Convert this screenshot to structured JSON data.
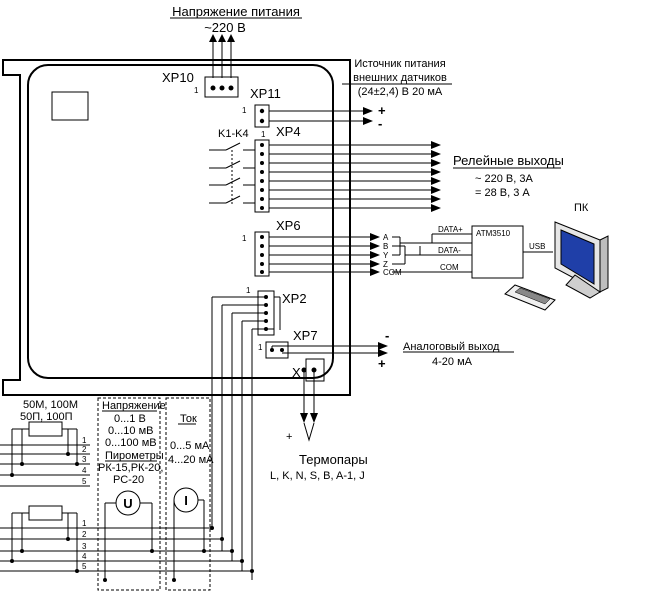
{
  "power": {
    "title": "Напряжение питания",
    "voltage": "~220 В"
  },
  "sensor_supply": {
    "line1": "Источник питания",
    "line2": "внешних датчиков",
    "line3": "(24±2,4) В 20 мА"
  },
  "connectors": {
    "xp10": "XP10",
    "xp11": "XP11",
    "xp4": "XP4",
    "xp6": "XP6",
    "xp2": "XP2",
    "xp7": "XP7",
    "x": "X"
  },
  "relay_group": "K1-K4",
  "relay_outputs": {
    "title": "Релейные выходы",
    "spec1": "~ 220 В, 3А",
    "spec2": "= 28 В, 3 А"
  },
  "xp6_pins": [
    "A",
    "B",
    "Y",
    "Z",
    "COM"
  ],
  "converter": {
    "name": "ATM3510",
    "data_plus": "DATA+",
    "data_minus": "DATA-",
    "com": "COM",
    "usb": "USB"
  },
  "pc": {
    "label": "ПК"
  },
  "analog_output": {
    "title": "Аналоговый выход",
    "spec": "4-20 мА",
    "minus": "-",
    "plus": "+"
  },
  "thermocouples": {
    "title": "Термопары",
    "types": "L, K, N, S, B, A-1, J",
    "plus": "+"
  },
  "rtd": {
    "line1": "50М, 100М",
    "line2": "50П, 100П"
  },
  "voltage_input": {
    "title": "Напряжение",
    "r1": "0...1 В",
    "r2": "0...10 мВ",
    "r3": "0...100 мВ"
  },
  "pyrometers": {
    "title": "Пирометры",
    "models": "РК-15,РК-20,",
    "model2": "РС-20"
  },
  "current_input": {
    "title": "Ток",
    "r1": "0...5 мА",
    "r2": "4...20 мА"
  },
  "meters": {
    "voltmeter": "U",
    "ammeter": "I"
  },
  "pin_one": "1",
  "supply_polarity": {
    "plus": "+",
    "minus": "-"
  },
  "terminal_numbers": [
    "1",
    "2",
    "3",
    "4",
    "5"
  ]
}
